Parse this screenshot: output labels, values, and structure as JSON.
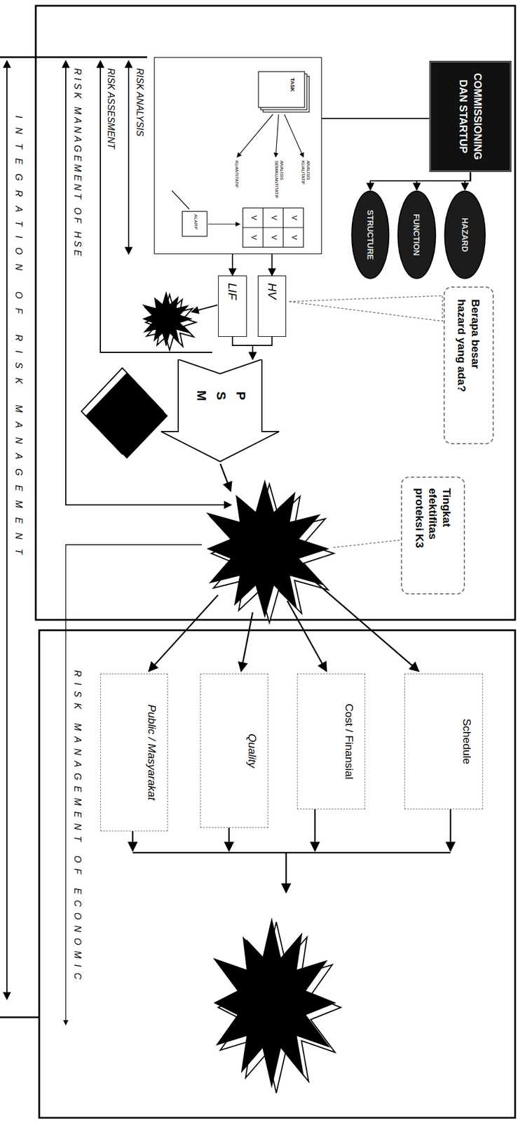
{
  "diagram": {
    "nodes": [
      {
        "text": [
          "COMMISSIONING DAN STARTUP"
        ]
      },
      {
        "text": [
          "HAZARD"
        ]
      },
      {
        "text": [
          "FUNCTION"
        ]
      },
      {
        "text": [
          "STRUCTURE"
        ]
      },
      {
        "text": [
          "Berapa besar hazard yang ada?"
        ]
      },
      {
        "text": [
          "TASK",
          "ANALISIS KUALITATIF",
          "ANALISIS SEMIKUANTITATIF",
          "KUANTITATIF"
        ]
      },
      {
        "text": [
          "HV"
        ]
      },
      {
        "text": [
          "LIF"
        ]
      },
      {
        "text": [
          "P S M"
        ]
      },
      {
        "text": [
          "Tingkat efektifitas proteksi K3"
        ]
      },
      {
        "text": [
          "Schedule"
        ]
      },
      {
        "text": [
          "Cost / Finansial"
        ]
      },
      {
        "text": [
          "Quality"
        ]
      },
      {
        "text": [
          "Public / Masyarakat"
        ]
      }
    ],
    "edges": [
      {
        "from": 0,
        "to": 1,
        "arrow": "to"
      },
      {
        "from": 0,
        "to": 2,
        "arrow": "to"
      },
      {
        "from": 0,
        "to": 3,
        "arrow": "to"
      },
      {
        "from": 0,
        "to": 5,
        "arrow": "none"
      },
      {
        "from": 5,
        "to": 6,
        "arrow": "to"
      },
      {
        "from": 5,
        "to": 7,
        "arrow": "to"
      },
      {
        "from": 6,
        "to": 8,
        "arrow": "to"
      },
      {
        "from": 7,
        "to": 8,
        "arrow": "to"
      }
    ],
    "labels": [
      "RISK ANALYSIS",
      "RISK ASSESMENT",
      "RISK MANAGEMENT OF HSE",
      "V",
      "V",
      "V",
      "V",
      "V",
      "V",
      "ALARP",
      "RISK MANAGEMENT OF ECONOMIC",
      "INTEGRATION OF RISK MANAGEMENT"
    ]
  }
}
